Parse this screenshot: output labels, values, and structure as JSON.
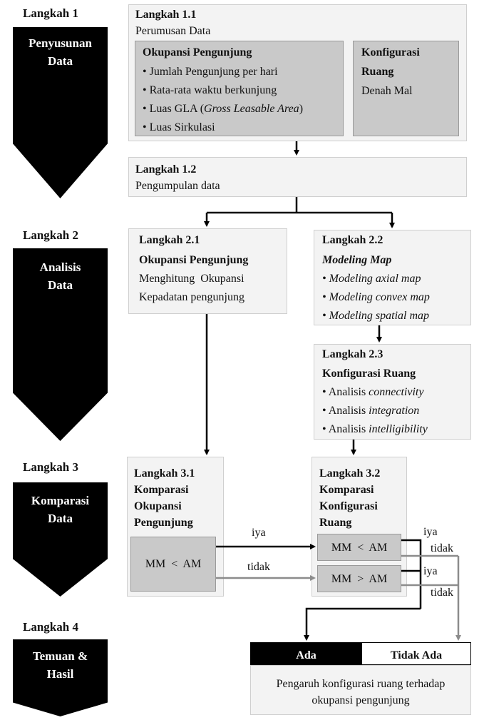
{
  "steps": [
    {
      "label": "Langkah 1",
      "arrow": [
        "Penyusunan",
        "Data"
      ]
    },
    {
      "label": "Langkah 2",
      "arrow": [
        "Analisis",
        "Data"
      ]
    },
    {
      "label": "Langkah 3",
      "arrow": [
        "Komparasi",
        "Data"
      ]
    },
    {
      "label": "Langkah 4",
      "arrow": [
        "Temuan &",
        "Hasil"
      ]
    }
  ],
  "s11": {
    "title": "Langkah 1.1",
    "subtitle": "Perumusan Data",
    "occupancy": {
      "title": "Okupansi Pengunjung",
      "items": [
        "Jumlah Pengunjung per hari",
        "Rata-rata waktu berkunjung",
        "Luas Sirkulasi"
      ],
      "gla_prefix": "Luas GLA (",
      "gla_italic": "Gross Leasable Area",
      "gla_suffix": ")"
    },
    "config": {
      "title1": "Konfigurasi",
      "title2": "Ruang",
      "item": "Denah Mal"
    }
  },
  "s12": {
    "title": "Langkah 1.2",
    "subtitle": "Pengumpulan data"
  },
  "s21": {
    "title": "Langkah 2.1",
    "subtitle": "Okupansi Pengunjung",
    "line1": "Menghitung  Okupansi",
    "line2": "Kepadatan pengunjung"
  },
  "s22": {
    "title": "Langkah 2.2",
    "subtitle": "Modeling Map",
    "items": [
      "Modeling axial map",
      "Modeling convex map",
      "Modeling spatial map"
    ]
  },
  "s23": {
    "title": "Langkah 2.3",
    "subtitle": "Konfigurasi Ruang",
    "prefix": "Analisis",
    "items": [
      "connectivity",
      "integration",
      "intelligibility"
    ]
  },
  "s31": {
    "title": "Langkah 3.1",
    "l1": "Komparasi",
    "l2": "Okupansi",
    "l3": "Pengunjung",
    "cmp": "MM  <  AM"
  },
  "s32": {
    "title": "Langkah 3.2",
    "l1": "Komparasi",
    "l2": "Konfigurasi",
    "l3": "Ruang",
    "cmp1": "MM  <  AM",
    "cmp2": "MM  >  AM"
  },
  "edges": {
    "iya": "iya",
    "tidak": "tidak"
  },
  "result": {
    "ada": "Ada",
    "tidak_ada": "Tidak Ada",
    "line1": "Pengaruh konfigurasi ruang terhadap",
    "line2": "okupansi pengunjung"
  },
  "colors": {
    "arrow": "#000000",
    "box": "#f3f3f3",
    "inner": "#c9c9c9",
    "gray_line": "#8c8c8c"
  }
}
